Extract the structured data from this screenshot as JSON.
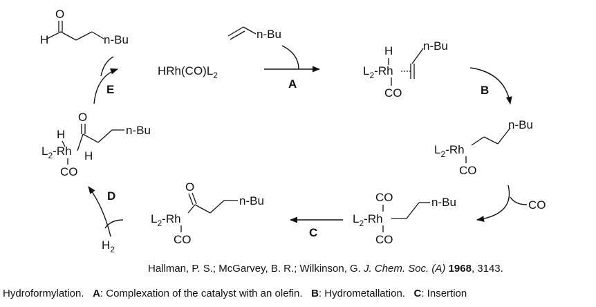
{
  "molecules": {
    "aldehyde": {
      "o": "O",
      "h": "H",
      "nbu": "n-Bu"
    },
    "hexene": {
      "nbu": "n-Bu"
    },
    "catalyst": {
      "h": "HRh(CO)L",
      "sub": "2"
    },
    "complex": {
      "h": "H",
      "l2": "L",
      "sub": "2",
      "rh": "-Rh",
      "co": "CO",
      "nbu": "n-Bu"
    },
    "alkyl": {
      "l2": "L",
      "sub": "2",
      "rh": "-Rh",
      "co": "CO",
      "nbu": "n-Bu"
    },
    "alkyl_co": {
      "co_top": "CO",
      "l2": "L",
      "sub": "2",
      "rh": "-Rh",
      "co": "CO",
      "nbu": "n-Bu"
    },
    "acyl": {
      "o": "O",
      "l2": "L",
      "sub": "2",
      "rh": "-Rh",
      "co": "CO",
      "nbu": "n-Bu"
    },
    "acyl_h2": {
      "o": "O",
      "h": "H",
      "l2": "L",
      "sub": "2",
      "rh": "-Rh",
      "h2": "H",
      "co": "CO",
      "nbu": "n-Bu"
    }
  },
  "steps": {
    "a": "A",
    "b": "B",
    "c": "C",
    "d": "D",
    "e": "E"
  },
  "reagents": {
    "co": "CO",
    "h2": "H",
    "h2_sub": "2"
  },
  "citation": {
    "authors": "Hallman, P. S.; McGarvey, B. R.; Wilkinson, G.",
    "journal": "J. Chem. Soc. (A)",
    "year": "1968",
    "pages": ", 3143."
  },
  "caption": {
    "intro": "Hydroformylation.",
    "a_key": "A",
    "a_text": ": Complexation of the catalyst with an olefin.",
    "b_key": "B",
    "b_text": ": Hydrometallation.",
    "c_key": "C",
    "c_text": ": Insertion"
  }
}
